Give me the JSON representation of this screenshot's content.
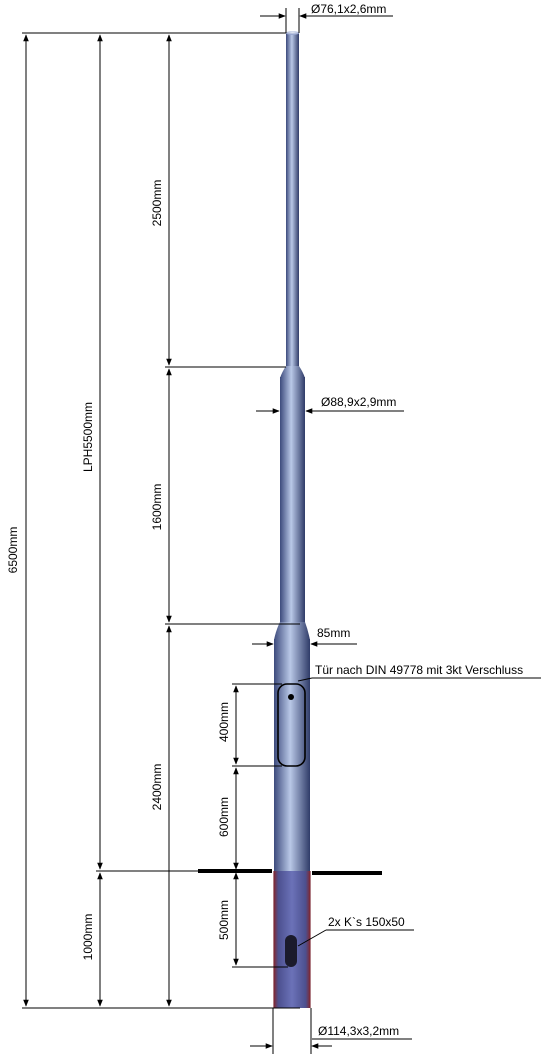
{
  "labels": {
    "top_diameter": "Ø76,1x2,6mm",
    "mid_diameter": "Ø88,9x2,9mm",
    "bottom_diameter": "Ø114,3x3,2mm",
    "total_height": "6500mm",
    "lph": "LPH5500mm",
    "seg_top": "2500mm",
    "seg_mid": "1600mm",
    "seg_low": "2400mm",
    "embed": "1000mm",
    "door_height": "400mm",
    "door_offset": "600mm",
    "cable_offset": "500mm",
    "shoulder": "85mm",
    "door_note": "Tür nach DIN 49778 mit 3kt Verschluss",
    "cable_note": "2x K`s 150x50"
  },
  "colors": {
    "pole_light": "#c3d1ec",
    "pole_mid": "#7a8fc4",
    "pole_dark": "#33406e",
    "buried_mid": "#5a5ea8",
    "buried_edge": "#7d2a36",
    "ground": "#000000",
    "lines": "#000000"
  }
}
